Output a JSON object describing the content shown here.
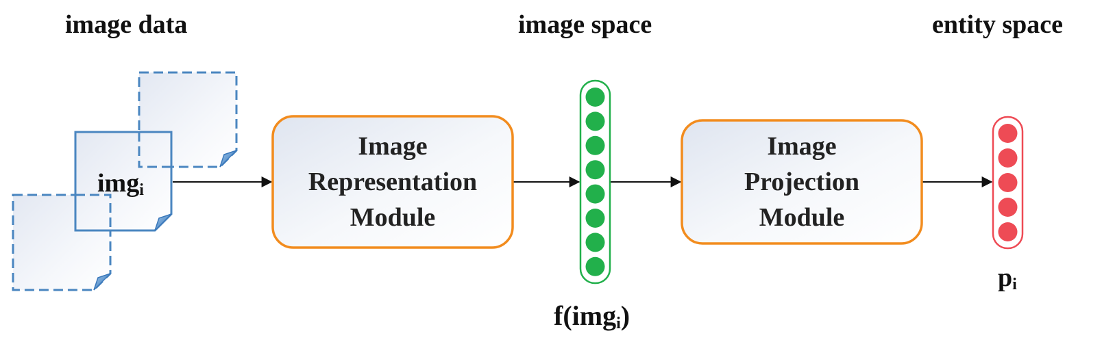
{
  "headers": {
    "image_data": "image data",
    "image_space": "image space",
    "entity_space": "entity space"
  },
  "image_label": {
    "base": "img",
    "sub": "i"
  },
  "representation_module": {
    "line1": "Image",
    "line2": "Representation",
    "line3": "Module"
  },
  "projection_module": {
    "line1": "Image",
    "line2": "Projection",
    "line3": "Module"
  },
  "feature_label": {
    "prefix": "f(img",
    "sub": "i",
    "suffix": ")"
  },
  "entity_label": {
    "base": "p",
    "sub": "i"
  },
  "feature_vector": {
    "dot_count": 8,
    "dot_color": "#22b04b",
    "border_color": "#22b04b"
  },
  "entity_vector": {
    "dot_count": 5,
    "dot_color": "#ee4b55",
    "border_color": "#ee4b55"
  },
  "colors": {
    "doc_border": "#4a86c0",
    "module_border": "#f28c1e",
    "arrow": "#111111"
  }
}
